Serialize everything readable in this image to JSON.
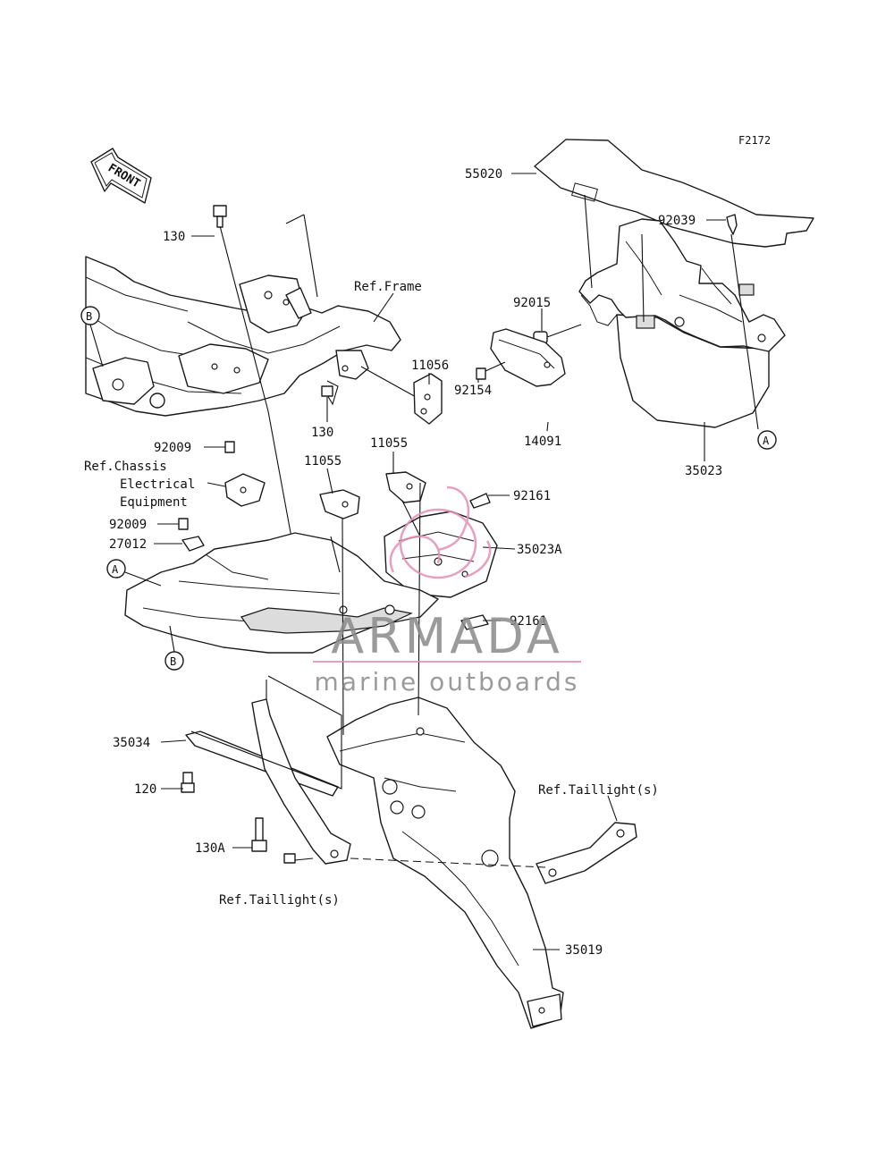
{
  "figure_code": "F2172",
  "front_marker": "FRONT",
  "callout_letters": {
    "a": "A",
    "b": "B"
  },
  "watermark": {
    "brand": "ARMADA",
    "tagline": "marine outboards",
    "accent_color": "#e38fb4",
    "text_color": "#8a8a8a"
  },
  "labels": {
    "p55020": "55020",
    "p92039": "92039",
    "p92015": "92015",
    "p92154": "92154",
    "p14091": "14091",
    "p35023": "35023",
    "p130_top": "130",
    "ref_frame": "Ref.Frame",
    "p11056": "11056",
    "p130_mid": "130",
    "p11055_a": "11055",
    "p11055_b": "11055",
    "p92009_a": "92009",
    "ref_chassis_1": "Ref.Chassis",
    "ref_chassis_2": "Electrical",
    "ref_chassis_3": "Equipment",
    "p92161_a": "92161",
    "p92009_b": "92009",
    "p35023a": "35023A",
    "p27012": "27012",
    "p92161_b": "92161",
    "p35034": "35034",
    "p120": "120",
    "ref_taillight_r": "Ref.Taillight(s)",
    "p130a": "130A",
    "ref_taillight_l": "Ref.Taillight(s)",
    "p35019": "35019"
  }
}
